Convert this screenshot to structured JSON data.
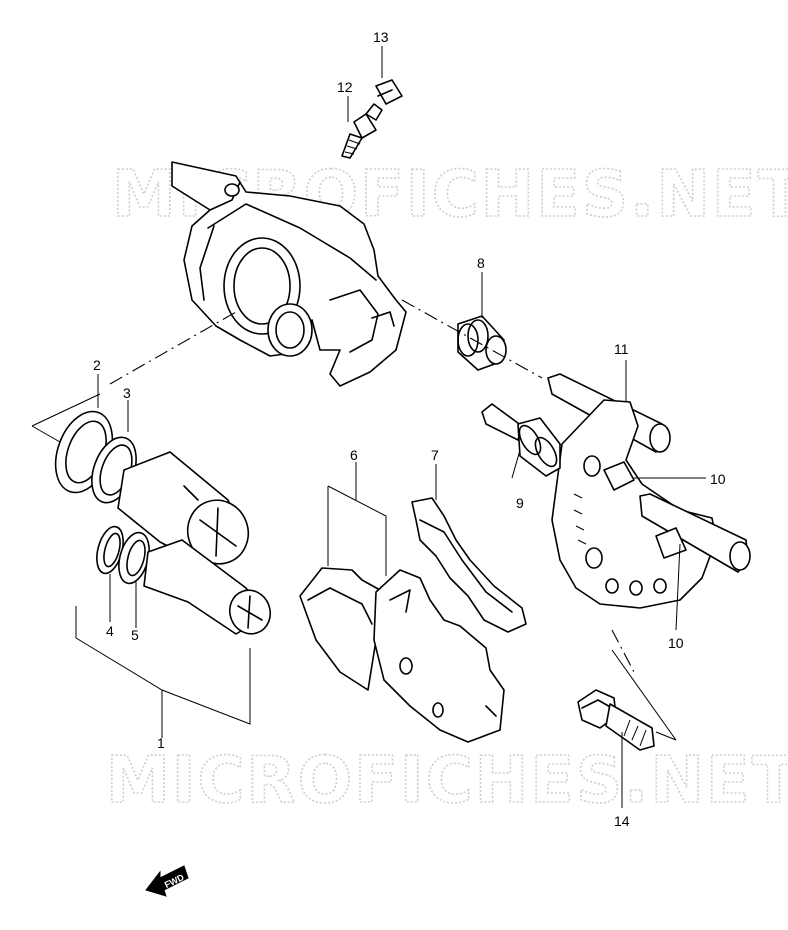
{
  "watermarks": [
    "MICROFICHES.NET",
    "MICROFICHES.NET"
  ],
  "part_numbers": [
    "13",
    "12",
    "8",
    "2",
    "3",
    "11",
    "10",
    "9",
    "6",
    "7",
    "4",
    "5",
    "1",
    "10",
    "14"
  ],
  "direction_label": "FWD"
}
